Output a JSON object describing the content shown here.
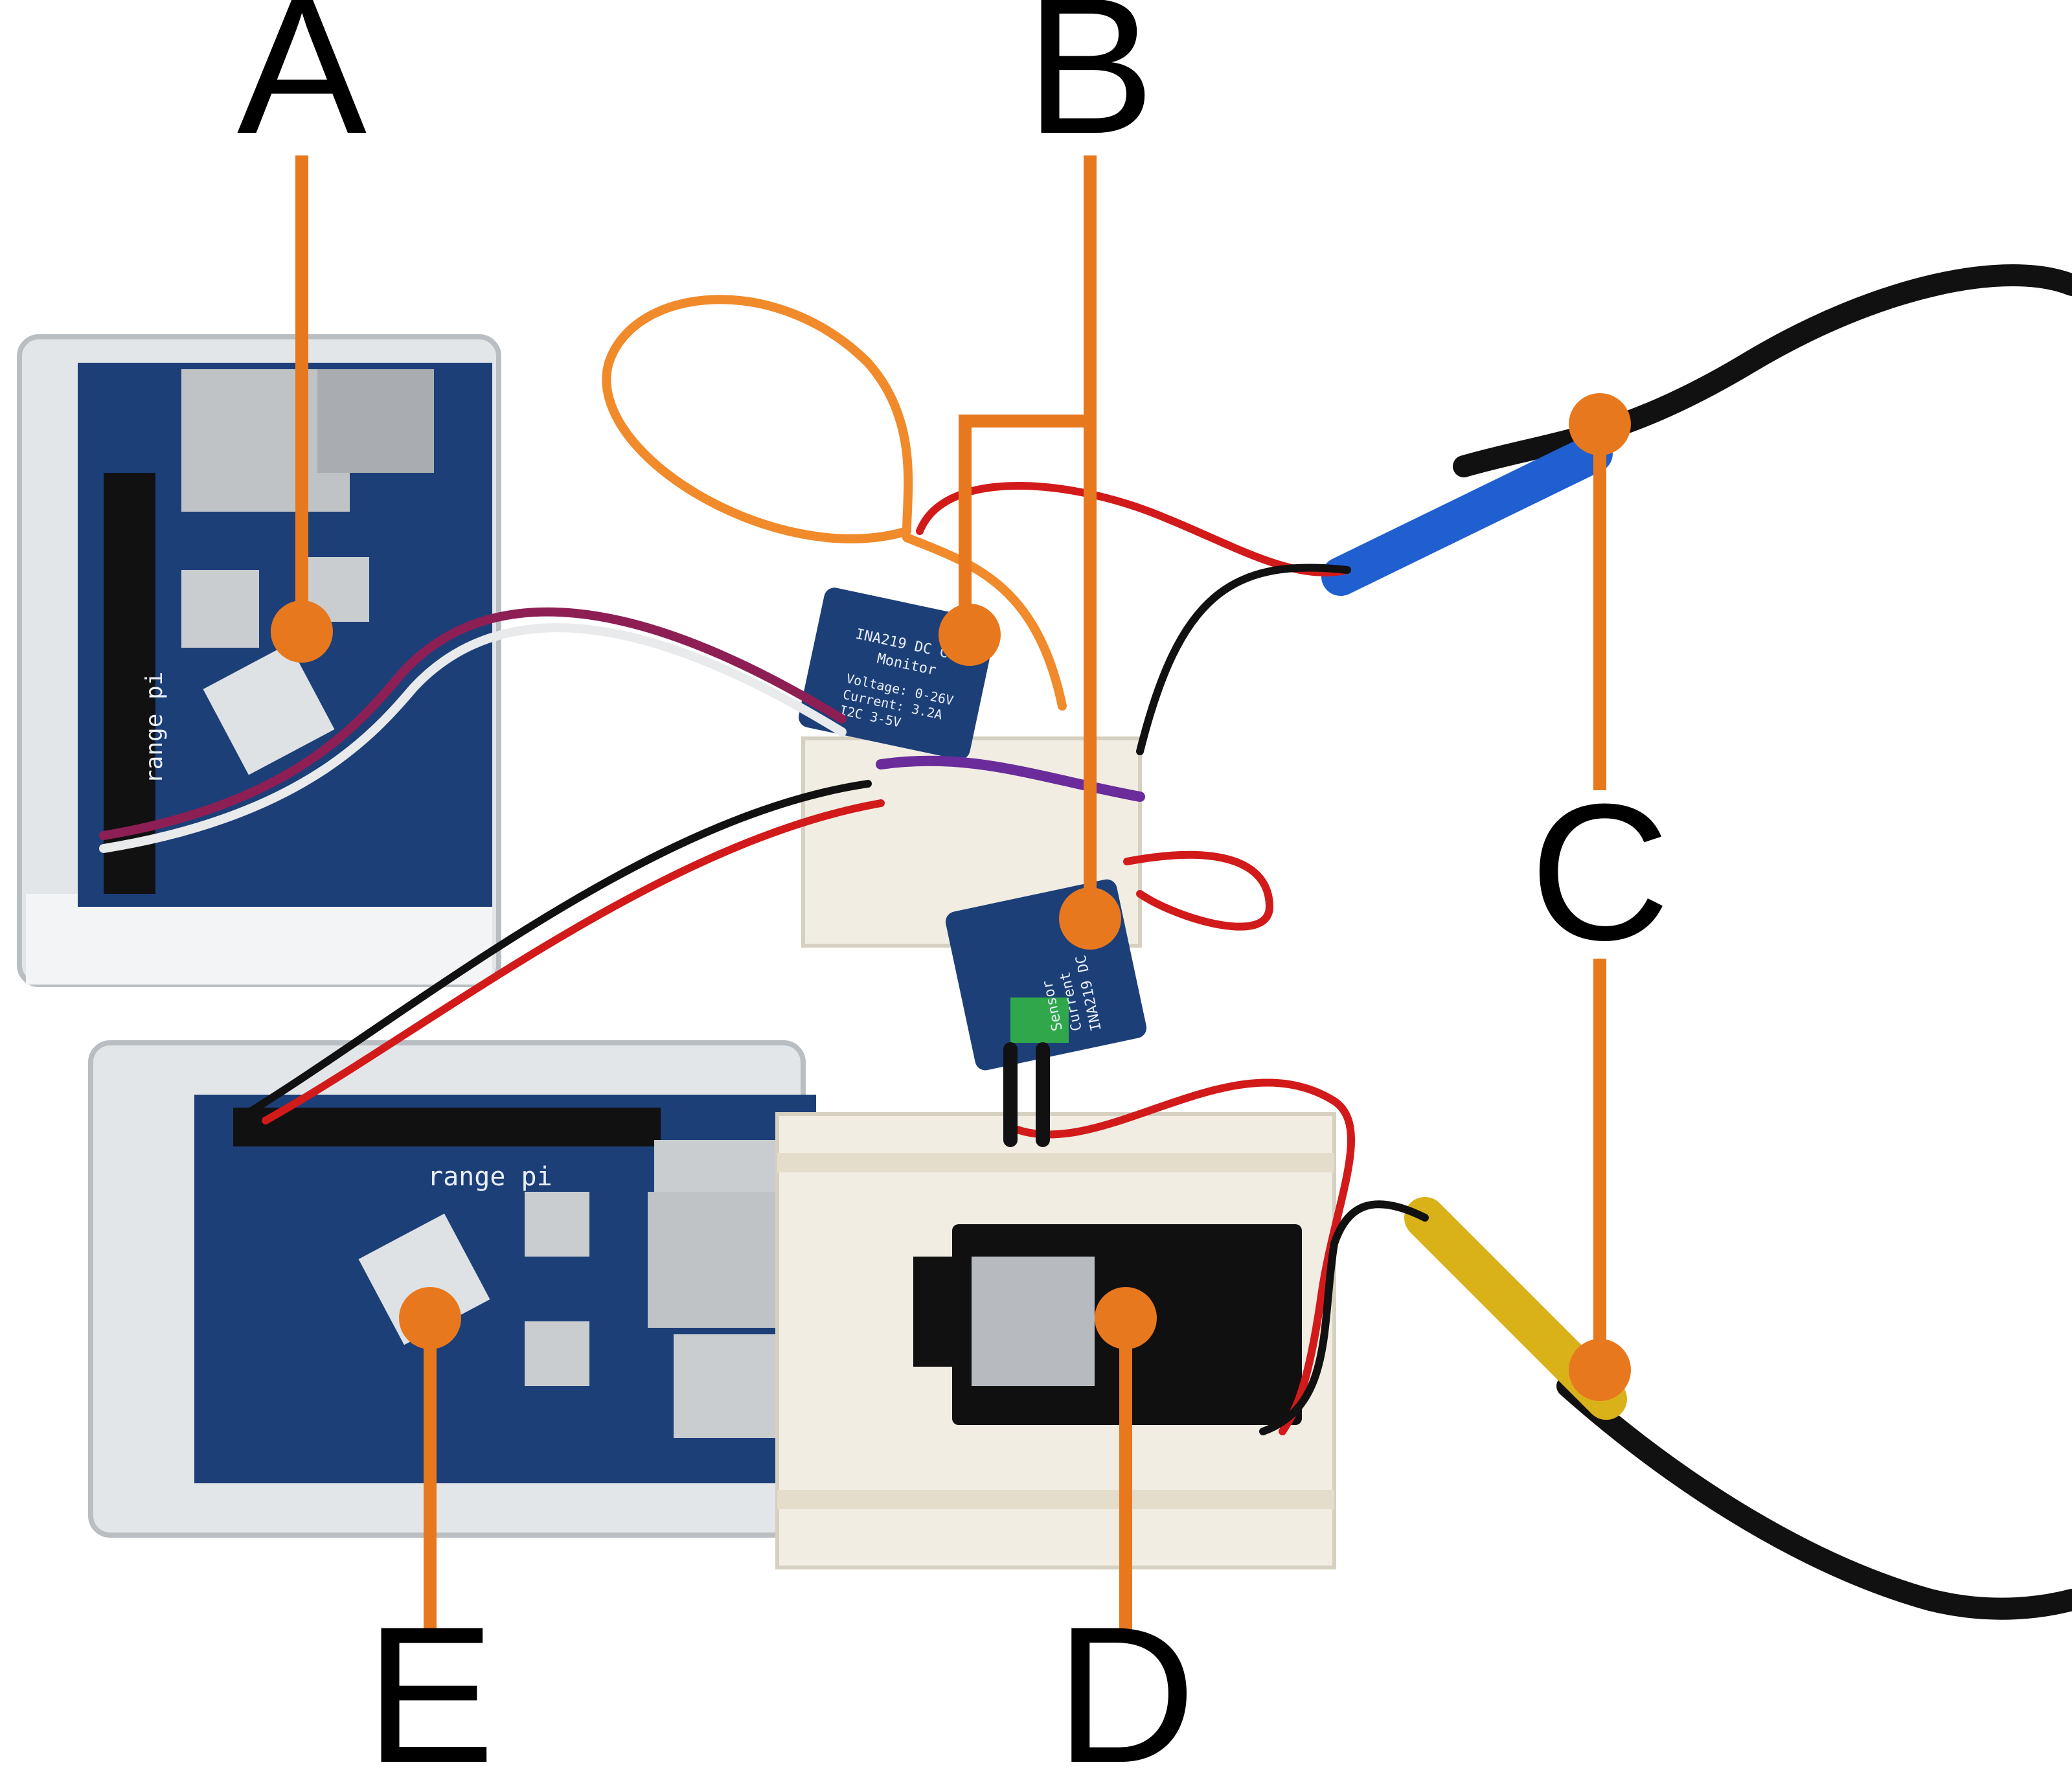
{
  "labels": {
    "a": "A",
    "b": "B",
    "c": "C",
    "d": "D",
    "e": "E"
  },
  "board_text": {
    "ina219_top_line1": "INA219 DC Curr",
    "ina219_top_line2": "Monitor",
    "ina219_top_line3": "Voltage: 0-26V",
    "ina219_top_line4": "Current: 3.2A",
    "ina219_top_line5": "I2C 3-5V",
    "ina219_bottom_line1": "INA219 DC",
    "ina219_bottom_line2": "Current",
    "ina219_bottom_line3": "Sensor",
    "orange_pi_top": "range pi",
    "orange_pi_bottom": "range pi"
  },
  "colors": {
    "callout": "#E8781E",
    "board_blue": "#1d3f78",
    "case": "#dfe3e6",
    "breadboard": "#f1ede3",
    "cable": "#111111",
    "blue_tape": "#1f5fd0",
    "yellow_tape": "#d9b21a",
    "wire_red": "#d21a1a",
    "wire_orange": "#f08a2a",
    "wire_purple": "#6a2c9a"
  }
}
